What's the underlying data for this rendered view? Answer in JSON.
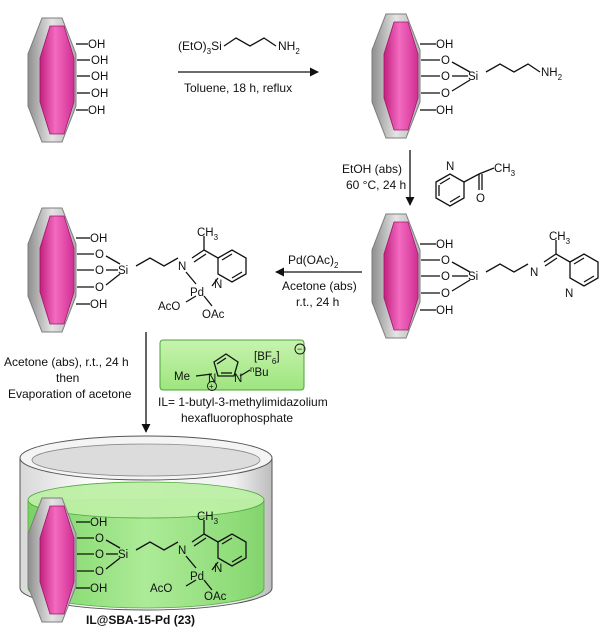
{
  "step1": {
    "reagent_prefix": "(EtO)",
    "reagent_sub": "3",
    "reagent_si": "Si",
    "reagent_nh2": "NH",
    "reagent_nh2_sub": "2",
    "conditions": "Toluene, 18 h, reflux"
  },
  "step2": {
    "line1": "EtOH (abs)",
    "line2": "60 °C, 24 h",
    "ketone_ch3": "CH",
    "ketone_ch3_sub": "3",
    "ketone_o": "O",
    "ketone_n": "N"
  },
  "step3": {
    "reagent": "Pd(OAc)",
    "reagent_sub": "2",
    "line1": "Acetone (abs)",
    "line2": "r.t., 24 h"
  },
  "step4": {
    "line1": "Acetone (abs), r.t., 24 h",
    "line2": "then",
    "line3": "Evaporation of acetone"
  },
  "ionic_liquid": {
    "me": "Me",
    "n_plus": "N",
    "plus": "+",
    "n": "N",
    "bu_prefix": "n",
    "bu": "Bu",
    "anion": "[BF",
    "anion_sub": "6",
    "anion_close": "]",
    "minus": "−",
    "caption1": "IL= 1-butyl-3-methylimidazolium",
    "caption2": "hexafluorophosphate"
  },
  "labels": {
    "oh": "OH",
    "o": "O",
    "si": "Si",
    "nh": "NH",
    "nh_sub": "2",
    "n": "N",
    "ch": "CH",
    "ch_sub": "3",
    "pd": "Pd",
    "aco": "AcO",
    "oac": "OAc"
  },
  "product_label": "IL@SBA-15-Pd (23)",
  "colors": {
    "pore_pink": "#e0399e",
    "pore_grey": "#c9c9c9",
    "il_green": "#93e07e",
    "il_box_green": "#b6ee9a"
  }
}
